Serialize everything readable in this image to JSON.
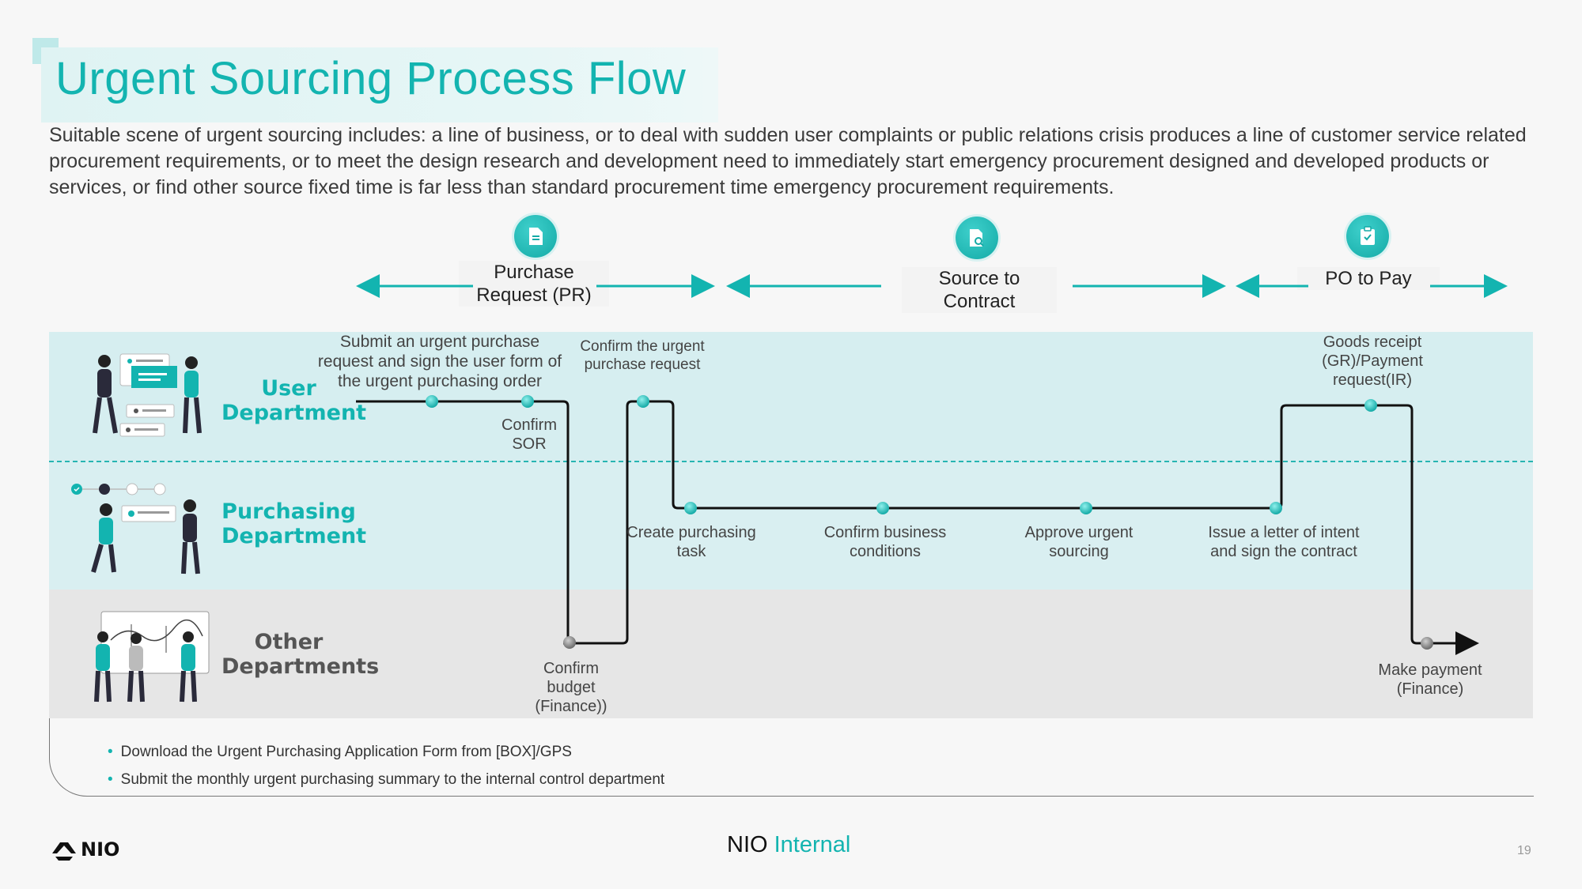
{
  "title": "Urgent Sourcing Process Flow",
  "description": "Suitable scene of urgent sourcing includes: a line of business, or to deal with sudden user complaints or public relations crisis produces a line of customer service related procurement requirements, or to meet the design research and development need to immediately start emergency procurement designed and developed products or services, or find other source fixed time is far less than standard procurement time emergency procurement requirements.",
  "stages": [
    {
      "label": "Purchase Request (PR)",
      "icon": "document-icon"
    },
    {
      "label": "Source to Contract",
      "icon": "document-search-icon"
    },
    {
      "label": "PO to Pay",
      "icon": "clipboard-check-icon"
    }
  ],
  "lanes": [
    {
      "label": "User Department"
    },
    {
      "label": "Purchasing Department"
    },
    {
      "label": "Other Departments"
    }
  ],
  "steps": [
    {
      "label": "Submit an urgent purchase request and sign the user form of the urgent purchasing order",
      "lane": "User Department"
    },
    {
      "label": "Confirm SOR",
      "lane": "User Department"
    },
    {
      "label": "Confirm budget (Finance))",
      "lane": "Other Departments"
    },
    {
      "label": "Confirm the urgent purchase request",
      "lane": "User Department"
    },
    {
      "label": "Create purchasing task",
      "lane": "Purchasing Department"
    },
    {
      "label": "Confirm business conditions",
      "lane": "Purchasing Department"
    },
    {
      "label": "Approve urgent sourcing",
      "lane": "Purchasing Department"
    },
    {
      "label": "Issue a letter of intent and sign the contract",
      "lane": "Purchasing Department"
    },
    {
      "label": "Goods receipt (GR)/Payment request(IR)",
      "lane": "User Department"
    },
    {
      "label": "Make payment (Finance)",
      "lane": "Other Departments"
    }
  ],
  "notes": [
    "Download the Urgent Purchasing Application Form from [BOX]/GPS",
    "Submit the monthly urgent purchasing summary to the internal control department"
  ],
  "footer": {
    "brand": "NIO",
    "classification": "Internal",
    "logo_text": "NIO",
    "page": "19"
  },
  "colors": {
    "accent": "#13b4b0",
    "band_user": "#d6eef0",
    "band_purchasing": "#d9eff1",
    "band_other": "#e6e6e6"
  }
}
